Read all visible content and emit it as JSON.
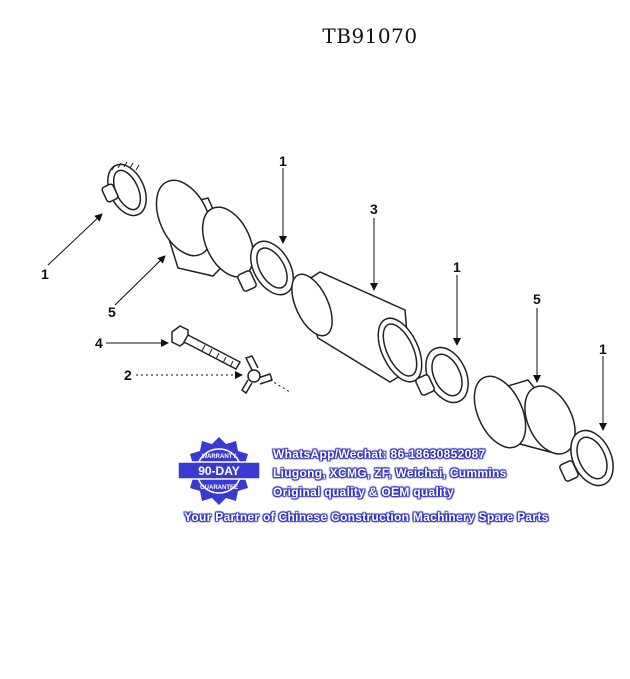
{
  "title": "TB91070",
  "callouts": {
    "c1a": "1",
    "c1b": "1",
    "c1c": "1",
    "c1d": "1",
    "c2": "2",
    "c3": "3",
    "c4": "4",
    "c5a": "5",
    "c5b": "5"
  },
  "badge": {
    "top_text": "WARRANTY",
    "main_text": "90-DAY",
    "bottom_text": "GUARANTEE",
    "color": "#3a3ad0"
  },
  "watermark": {
    "line1": "WhatsApp/Wechat: 86-18630852087",
    "line2": "Liugong, XCMG, ZF, Weichai, Cummins",
    "line3": "Original quality & OEM quality",
    "line4": "Your Partner of Chinese Construction Machinery Spare Parts",
    "color": "#2f2fbf"
  }
}
